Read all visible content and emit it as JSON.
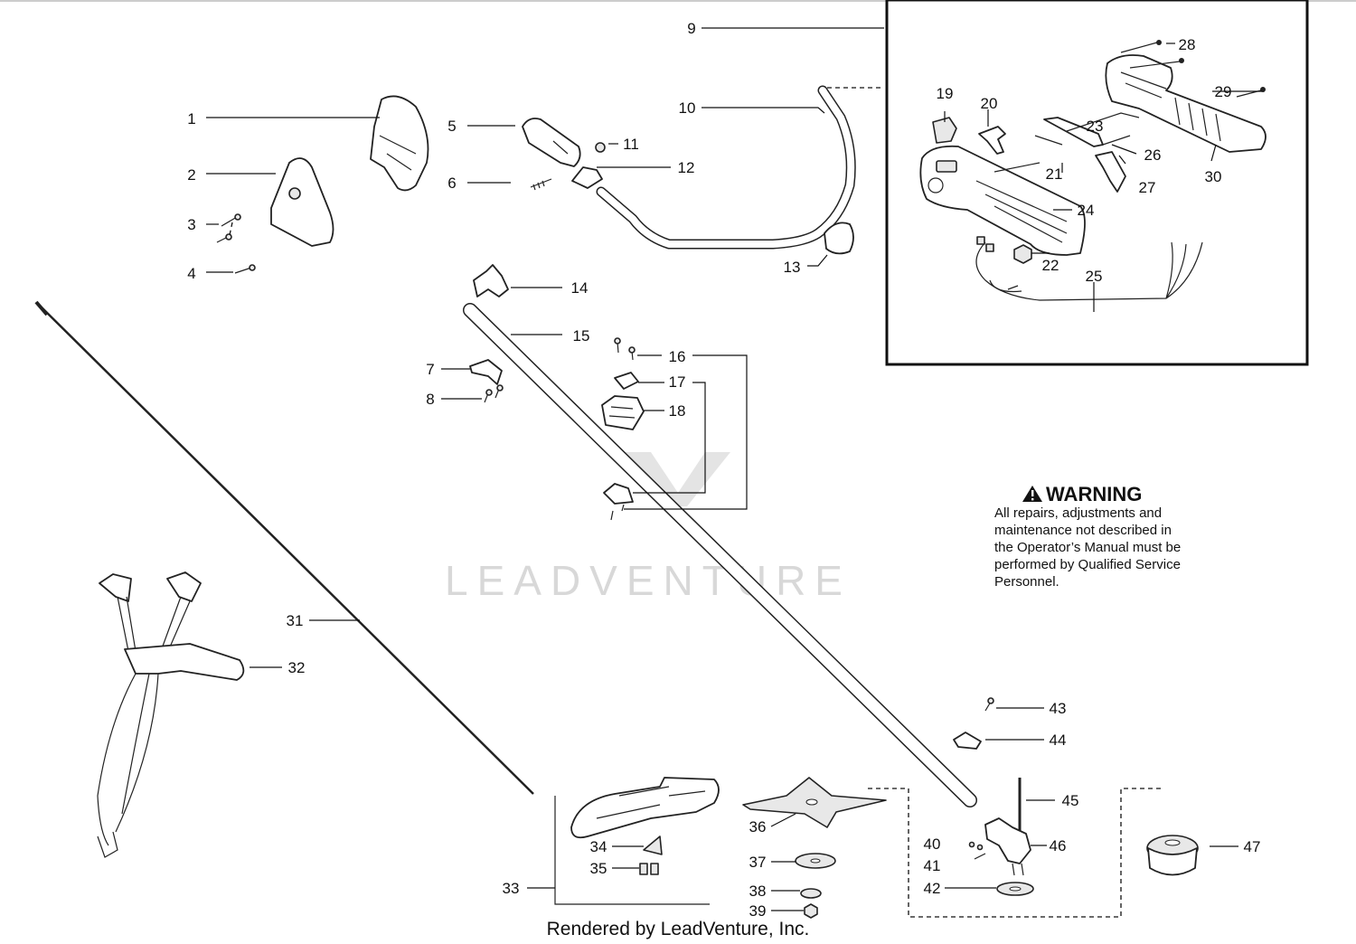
{
  "callouts": [
    "1",
    "2",
    "3",
    "4",
    "5",
    "6",
    "7",
    "8",
    "9",
    "10",
    "11",
    "12",
    "13",
    "14",
    "15",
    "16",
    "17",
    "18",
    "19",
    "20",
    "21",
    "22",
    "23",
    "24",
    "25",
    "26",
    "27",
    "28",
    "29",
    "30",
    "31",
    "32",
    "33",
    "34",
    "35",
    "36",
    "37",
    "38",
    "39",
    "40",
    "41",
    "42",
    "43",
    "44",
    "45",
    "46",
    "47"
  ],
  "watermark": "LEADVENTURE",
  "warning": {
    "icon": "warning-triangle-icon",
    "title": "WARNING",
    "lines": [
      "All repairs, adjustments and",
      "maintenance not described in",
      "the Operator’s Manual must be",
      "performed by Qualified Service",
      "Personnel."
    ]
  },
  "footer": "Rendered by LeadVenture, Inc."
}
